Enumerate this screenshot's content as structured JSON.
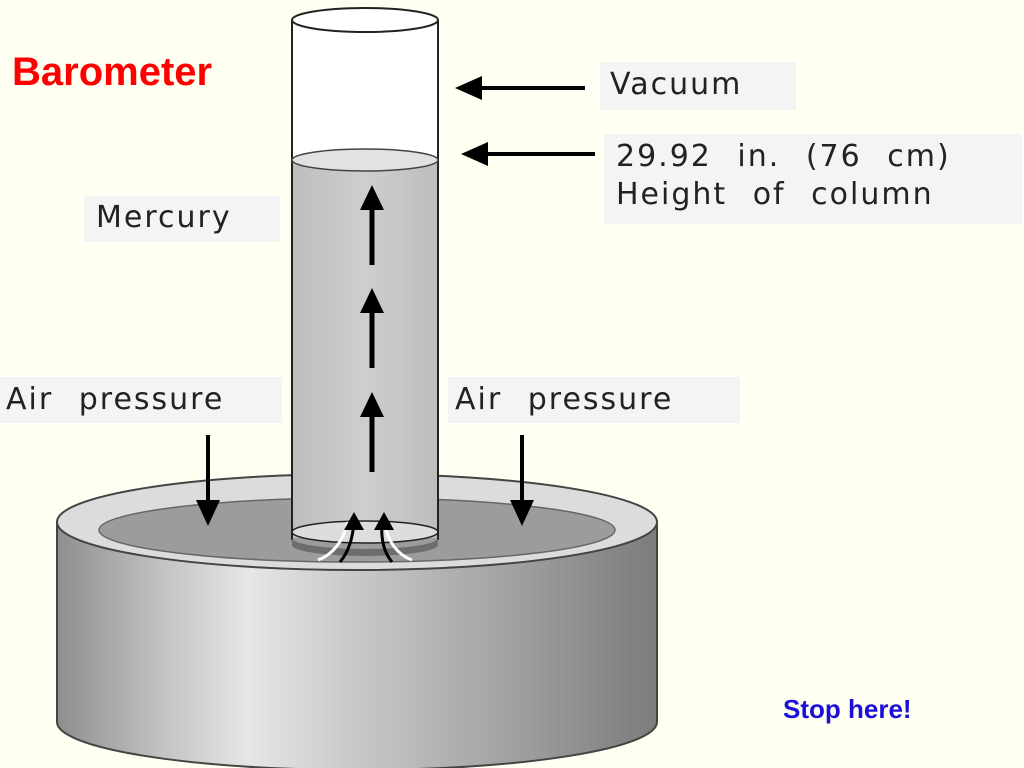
{
  "title": "Barometer",
  "labels": {
    "vacuum": "Vacuum",
    "column_height_value": "29.92  in.  (76  cm)",
    "column_height_caption": "Height  of  column",
    "mercury": "Mercury",
    "air_pressure_left": "Air  pressure",
    "air_pressure_right": "Air  pressure"
  },
  "footer_note": "Stop here!",
  "colors": {
    "title": "#ff0000",
    "footer_note": "#1a10d8",
    "background": "#fffff2",
    "mercury": "#c8c8c8",
    "dish": "#9a9a9a"
  }
}
